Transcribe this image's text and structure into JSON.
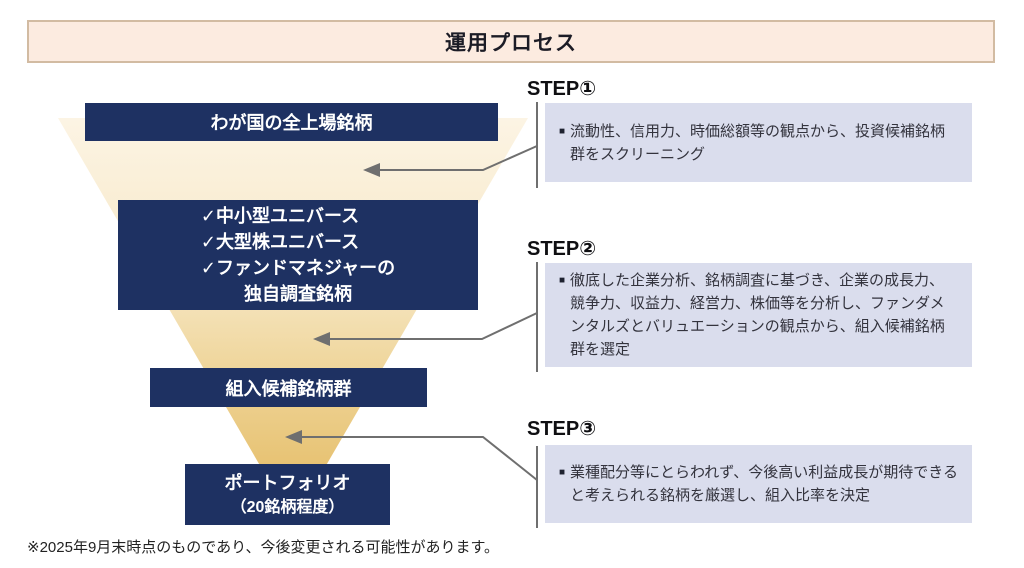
{
  "title": "運用プロセス",
  "funnel": {
    "boxes": [
      {
        "lines": [
          "わが国の全上場銘柄"
        ]
      },
      {
        "lines": [
          "✓中小型ユニバース",
          "✓大型株ユニバース",
          "✓ファンドマネジャーの",
          "独自調査銘柄"
        ]
      },
      {
        "lines": [
          "組入候補銘柄群"
        ]
      },
      {
        "lines": [
          "ポートフォリオ",
          "（20銘柄程度）"
        ]
      }
    ]
  },
  "steps": [
    {
      "label": "STEP①",
      "bullet": "■",
      "text": "流動性、信用力、時価総額等の観点から、投資候補銘柄群をスクリーニング"
    },
    {
      "label": "STEP②",
      "bullet": "■",
      "text": "徹底した企業分析、銘柄調査に基づき、企業の成長力、競争力、収益力、経営力、株価等を分析し、ファンダメンタルズとバリュエーションの観点から、組入候補銘柄群を選定"
    },
    {
      "label": "STEP③",
      "bullet": "■",
      "text": "業種配分等にとらわれず、今後高い利益成長が期待できると考えられる銘柄を厳選し、組入比率を決定"
    }
  ],
  "footnote": "※2025年9月末時点のものであり、今後変更される可能性があります。",
  "colors": {
    "navy_box": "#1e3162",
    "funnel_top": "#fcf4e4",
    "funnel_bottom": "#e5bd68",
    "title_bar_bg": "#fcebe0",
    "title_bar_border": "#d2bba2",
    "step_box_bg": "#dadded",
    "connector": "#6f6f6f"
  }
}
